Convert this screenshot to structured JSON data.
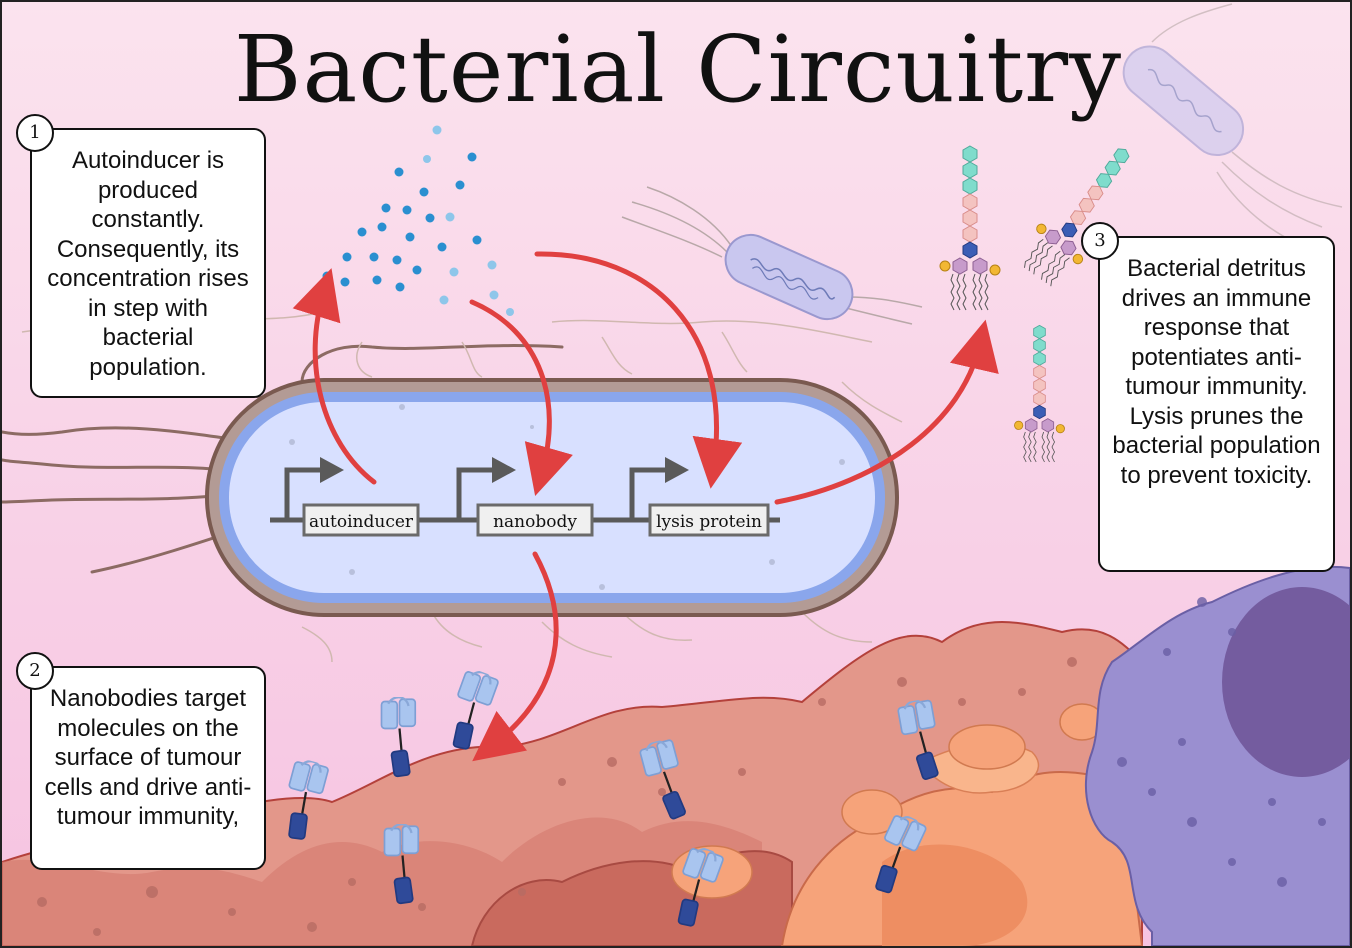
{
  "title": "Bacterial Circuitry",
  "genes": {
    "autoinducer": "autoinducer",
    "nanobody": "nanobody",
    "lysis": "lysis protein"
  },
  "callouts": [
    {
      "number": "1",
      "text": "Autoinducer is produced constantly. Consequently, its concentration rises in step with bacterial population."
    },
    {
      "number": "2",
      "text": "Nanobodies target molecules on the surface of tumour cells and drive anti-tumour immunity,"
    },
    {
      "number": "3",
      "text": "Bacterial detritus drives an immune response that potentiates anti-tumour immunity.  Lysis prunes the bacterial population to prevent toxicity."
    }
  ],
  "colors": {
    "arrow": "#e04040",
    "autoinducer_dot": "#2a8fd0",
    "bacterium_fill": "#d8e0ff",
    "bacterium_border": "#7a5a50",
    "tumour_red": "#e3978a",
    "tumour_orange": "#f6a37a",
    "immune_cell": "#9a8fd0",
    "nucleus": "#745c9f"
  },
  "icons": {
    "lps": "lipopolysaccharide-icon",
    "nanobody": "nanobody-icon",
    "bacterium": "bacterium-icon"
  }
}
